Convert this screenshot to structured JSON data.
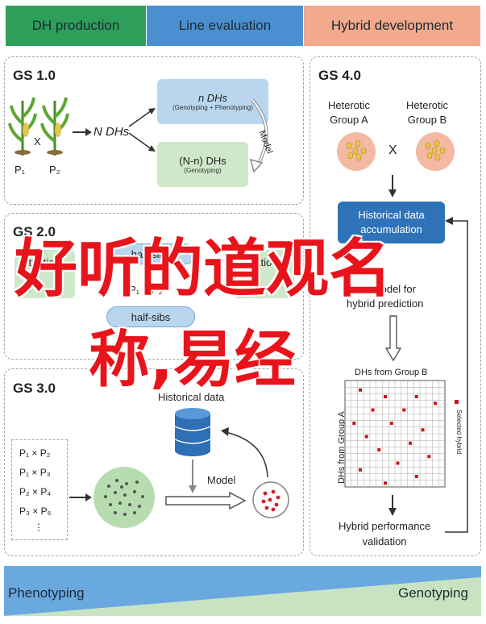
{
  "stages": [
    {
      "label": "DH production",
      "color": "#2e9e5b"
    },
    {
      "label": "Line evaluation",
      "color": "#4a90d0"
    },
    {
      "label": "Hybrid development",
      "color": "#f2a98c"
    }
  ],
  "gs1": {
    "title": "GS 1.0",
    "p1": "P₁",
    "p2": "P₂",
    "cross": "X",
    "ndhs": "N DHs",
    "box1_title": "n DHs",
    "box1_sub": "(Genotyping + Phenotyping)",
    "box2_title": "(N-n) DHs",
    "box2_sub": "(Genotyping)",
    "model": "Model"
  },
  "gs2": {
    "title": "GS 2.0",
    "sim_left": "Situation",
    "half_sibs_top": "half-sibs",
    "pcross": "P₁ × P₂",
    "sim_right": "Situation",
    "half_sibs_bottom": "half-sibs",
    "pbottom": "P",
    "pright": "P₂"
  },
  "gs3": {
    "title": "GS 3.0",
    "crosses": [
      "P₁ × P₂",
      "P₁ × P₃",
      "P₂ × P₄",
      "P₃ × P₆",
      "⋮"
    ],
    "historical": "Historical data",
    "model": "Model"
  },
  "gs4": {
    "title": "GS 4.0",
    "groupA": "Heterotic\nGroup A",
    "groupB": "Heterotic\nGroup B",
    "cross": "X",
    "hist_box": "Historical data\naccumulation",
    "model_pred": "GS Model for\nhybrid prediction",
    "dh_b": "DHs from Group B",
    "dh_a": "DHs from Group A",
    "legend": "Selected hybrid",
    "hybrid_perf": "Hybrid performance\nvalidation"
  },
  "bottom": {
    "left": "Phenotyping",
    "right": "Genotyping"
  },
  "overlay": {
    "line1": "好听的道观名",
    "line2": "称,易经"
  }
}
